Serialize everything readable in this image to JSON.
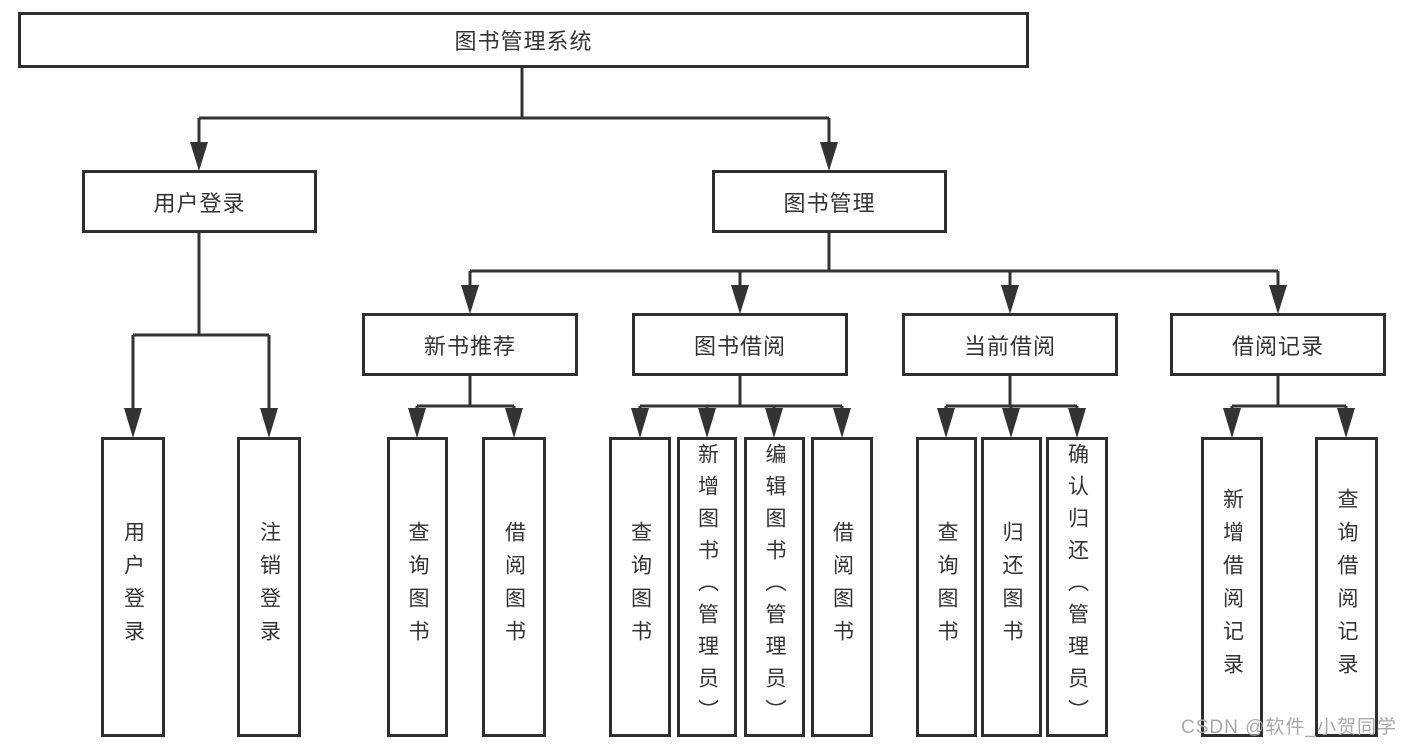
{
  "diagram": {
    "root": {
      "label": "图书管理系统"
    },
    "level2": [
      {
        "label": "用户登录",
        "parent": "图书管理系统"
      },
      {
        "label": "图书管理",
        "parent": "图书管理系统"
      }
    ],
    "level3": [
      {
        "label": "新书推荐",
        "parent": "图书管理"
      },
      {
        "label": "图书借阅",
        "parent": "图书管理"
      },
      {
        "label": "当前借阅",
        "parent": "图书管理"
      },
      {
        "label": "借阅记录",
        "parent": "图书管理"
      }
    ],
    "leaves": [
      {
        "label": "用户登录",
        "parent": "用户登录"
      },
      {
        "label": "注销登录",
        "parent": "用户登录"
      },
      {
        "label": "查询图书",
        "parent": "新书推荐"
      },
      {
        "label": "借阅图书",
        "parent": "新书推荐"
      },
      {
        "label": "查询图书",
        "parent": "图书借阅"
      },
      {
        "label": "新增图书（管理员）",
        "parent": "图书借阅"
      },
      {
        "label": "编辑图书（管理员）",
        "parent": "图书借阅"
      },
      {
        "label": "借阅图书",
        "parent": "图书借阅"
      },
      {
        "label": "查询图书",
        "parent": "当前借阅"
      },
      {
        "label": "归还图书",
        "parent": "当前借阅"
      },
      {
        "label": "确认归还（管理员）",
        "parent": "当前借阅"
      },
      {
        "label": "新增借阅记录",
        "parent": "借阅记录"
      },
      {
        "label": "查询借阅记录",
        "parent": "借阅记录"
      }
    ]
  },
  "watermark": {
    "text": "CSDN @软件_小贺同学"
  },
  "colors": {
    "line": "#333333",
    "box_border": "#2f2f2f",
    "text": "#333333",
    "background": "#ffffff",
    "watermark": "#a8a8a8"
  }
}
